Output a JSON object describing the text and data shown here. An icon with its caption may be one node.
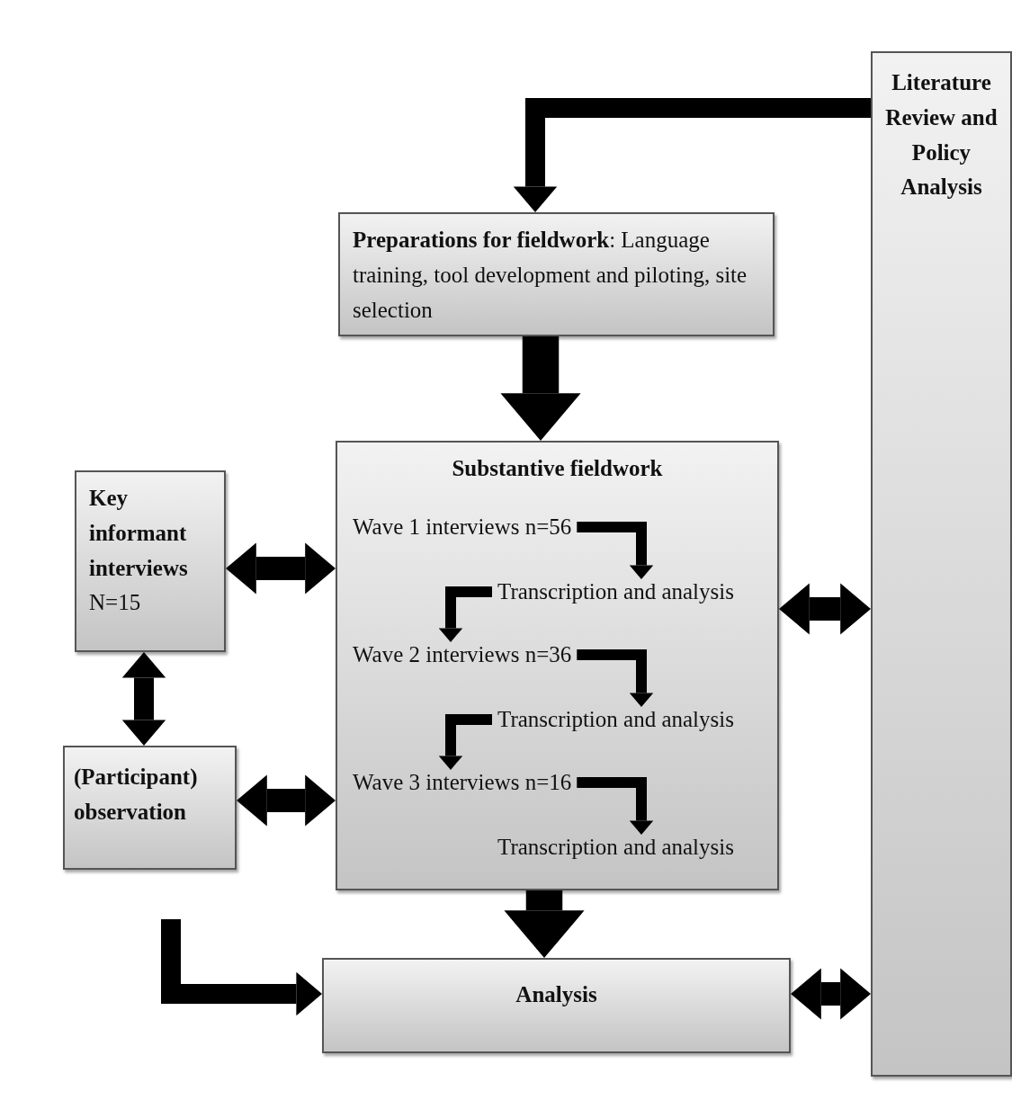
{
  "diagram": {
    "nodes": [
      {
        "text": [
          "Literature Review and Policy Analysis"
        ]
      },
      {
        "text": [
          "**Preparations for fieldwork**: Language training, tool development and piloting, site selection"
        ]
      },
      {
        "text": [
          "Substantive fieldwork"
        ]
      },
      {
        "text": [
          "Wave 1 interviews n=56"
        ],
        "in": 2
      },
      {
        "text": [
          "Transcription and analysis"
        ],
        "in": 2
      },
      {
        "text": [
          "Wave 2 interviews n=36"
        ],
        "in": 2
      },
      {
        "text": [
          "Transcription and analysis"
        ],
        "in": 2
      },
      {
        "text": [
          "Wave 3 interviews n=16"
        ],
        "in": 2
      },
      {
        "text": [
          "Transcription and analysis"
        ],
        "in": 2
      },
      {
        "text": [
          "**Key informant interviews** N=15"
        ]
      },
      {
        "text": [
          "(Participant) observation"
        ]
      },
      {
        "text": [
          "Analysis"
        ]
      }
    ],
    "edges": [
      {
        "from": 0,
        "to": 1,
        "arrow": "to"
      },
      {
        "from": 1,
        "to": 2,
        "arrow": "to",
        "style": "thick"
      },
      {
        "from": 3,
        "to": 4,
        "arrow": "to"
      },
      {
        "from": 4,
        "to": 5,
        "arrow": "to"
      },
      {
        "from": 5,
        "to": 6,
        "arrow": "to"
      },
      {
        "from": 6,
        "to": 7,
        "arrow": "to"
      },
      {
        "from": 7,
        "to": 8,
        "arrow": "to"
      },
      {
        "from": 9,
        "to": 2,
        "arrow": "both"
      },
      {
        "from": 10,
        "to": 2,
        "arrow": "both"
      },
      {
        "from": 9,
        "to": 10,
        "arrow": "both"
      },
      {
        "from": 2,
        "to": 0,
        "arrow": "both"
      },
      {
        "from": 2,
        "to": 11,
        "arrow": "to",
        "style": "thick"
      },
      {
        "from": 10,
        "to": 11,
        "arrow": "to"
      },
      {
        "from": 11,
        "to": 0,
        "arrow": "both"
      }
    ]
  }
}
